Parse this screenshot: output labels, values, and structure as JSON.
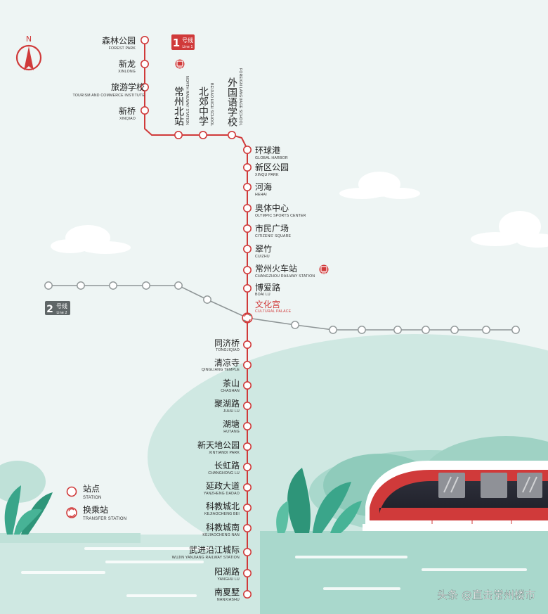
{
  "compass": {
    "label": "N"
  },
  "line1": {
    "badge_num": "1",
    "badge_cn": "号线",
    "badge_en": "Line 1",
    "color": "#d03a3a",
    "stations": [
      {
        "cn": "森林公园",
        "en": "FOREST PARK"
      },
      {
        "cn": "新龙",
        "en": "XINLONG"
      },
      {
        "cn": "旅游学校",
        "en": "TOURISM AND COMMERCE INSTITUTE"
      },
      {
        "cn": "新桥",
        "en": "XINQIAO"
      },
      {
        "cn": "常州北站",
        "en": "NORTH RAILWAY STATION"
      },
      {
        "cn": "北郊中学",
        "en": "BEIJIAO HIGH SCHOOL"
      },
      {
        "cn": "外国语学校",
        "en": "FOREIGN LANGUAGE SCHOOL"
      },
      {
        "cn": "环球港",
        "en": "GLOBAL HARBOR"
      },
      {
        "cn": "新区公园",
        "en": "XINQU PARK"
      },
      {
        "cn": "河海",
        "en": "HEHAI"
      },
      {
        "cn": "奥体中心",
        "en": "OLYMPIC SPORTS CENTER"
      },
      {
        "cn": "市民广场",
        "en": "CITIZENS' SQUARE"
      },
      {
        "cn": "翠竹",
        "en": "CUIZHU"
      },
      {
        "cn": "常州火车站",
        "en": "CHANGZHOU RAILWAY STATION"
      },
      {
        "cn": "博爱路",
        "en": "BOAI LU"
      },
      {
        "cn": "文化宫",
        "en": "CULTURAL PALACE"
      },
      {
        "cn": "同济桥",
        "en": "TONGJIQIAO"
      },
      {
        "cn": "清凉寺",
        "en": "QINGLIANG TEMPLE"
      },
      {
        "cn": "茶山",
        "en": "CHASHAN"
      },
      {
        "cn": "聚湖路",
        "en": "JUHU LU"
      },
      {
        "cn": "湖塘",
        "en": "HUTANG"
      },
      {
        "cn": "新天地公园",
        "en": "XINTIANDI PARK"
      },
      {
        "cn": "长虹路",
        "en": "CHANGHONG LU"
      },
      {
        "cn": "延政大道",
        "en": "YANZHENG DADAO"
      },
      {
        "cn": "科教城北",
        "en": "KEJIAOCHENG BEI"
      },
      {
        "cn": "科教城南",
        "en": "KEJIAOCHENG NAN"
      },
      {
        "cn": "武进沿江城际",
        "en": "WUJIN YANJIANG RAILWAY STATION"
      },
      {
        "cn": "阳湖路",
        "en": "YANGHU LU"
      },
      {
        "cn": "南夏墅",
        "en": "NANXIASHU"
      }
    ]
  },
  "line2": {
    "badge_num": "2",
    "badge_cn": "号线",
    "badge_en": "Line 2",
    "color": "#8e9596"
  },
  "legend": {
    "station_cn": "站点",
    "station_en": "STATION",
    "transfer_cn": "换乘站",
    "transfer_en": "TRANSFER STATION"
  },
  "watermark": "头条 @直击常州楼市"
}
